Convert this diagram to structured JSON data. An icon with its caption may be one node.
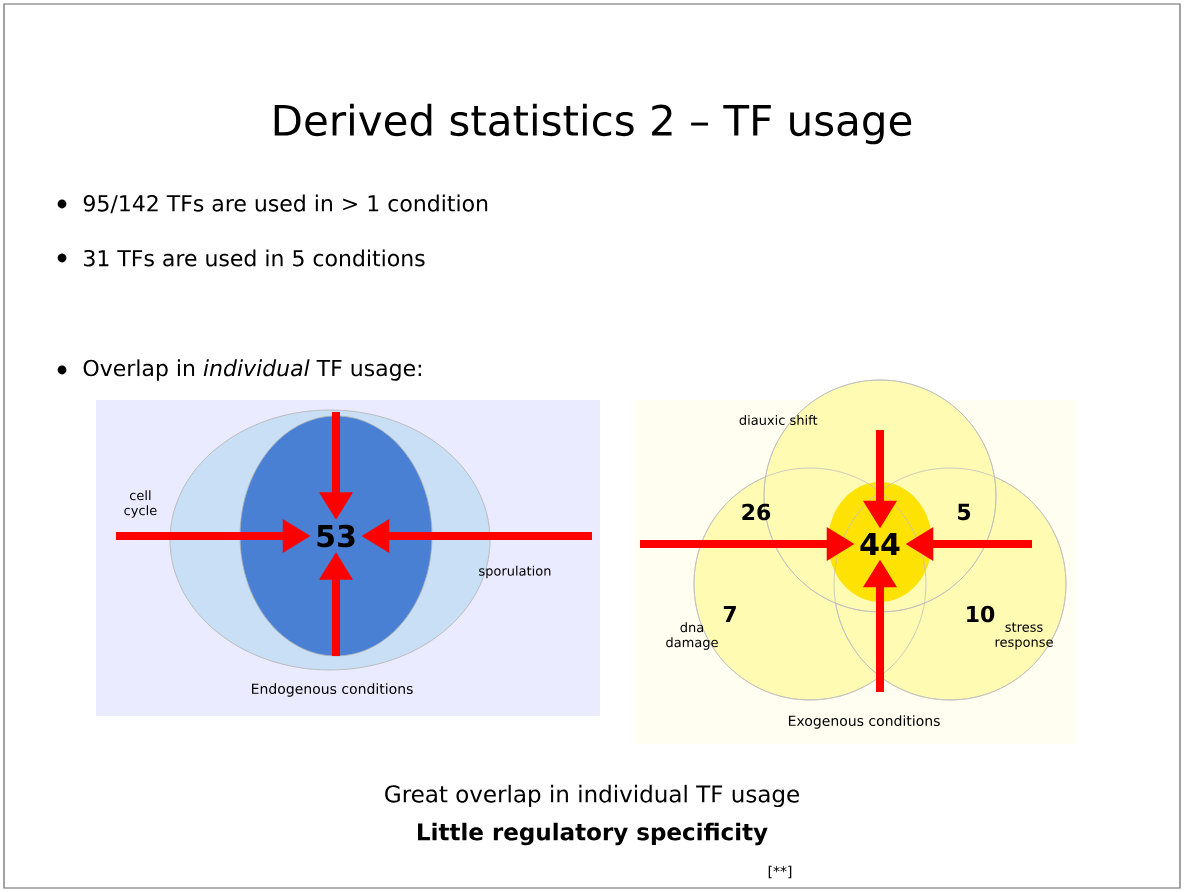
{
  "diagram": {
    "title": "Derived statistics 2 – TF usage",
    "nodes": [
      {
        "text": [
          "53"
        ]
      },
      {
        "text": [
          "44"
        ]
      }
    ],
    "edges": [
      {
        "from": null,
        "to": 0,
        "arrow": "to"
      },
      {
        "from": null,
        "to": 0,
        "arrow": "to"
      },
      {
        "from": null,
        "to": 0,
        "arrow": "to"
      },
      {
        "from": null,
        "to": 0,
        "arrow": "to"
      },
      {
        "from": null,
        "to": 1,
        "arrow": "to"
      },
      {
        "from": null,
        "to": 1,
        "arrow": "to"
      },
      {
        "from": null,
        "to": 1,
        "arrow": "to"
      },
      {
        "from": null,
        "to": 1,
        "arrow": "to"
      }
    ],
    "labels": [
      "95/142 TFs are used in > 1 condition",
      "31 TFs are used in 5 conditions",
      "Overlap in *individual* TF usage:",
      "cell cycle",
      "sporulation",
      "Endogenous conditions",
      "diauxic shift",
      "26",
      "5",
      "7",
      "10",
      "dna damage",
      "stress response",
      "Exogenous conditions",
      "Great overlap in individual TF usage",
      "Little regulatory specificity",
      "[**]"
    ]
  }
}
